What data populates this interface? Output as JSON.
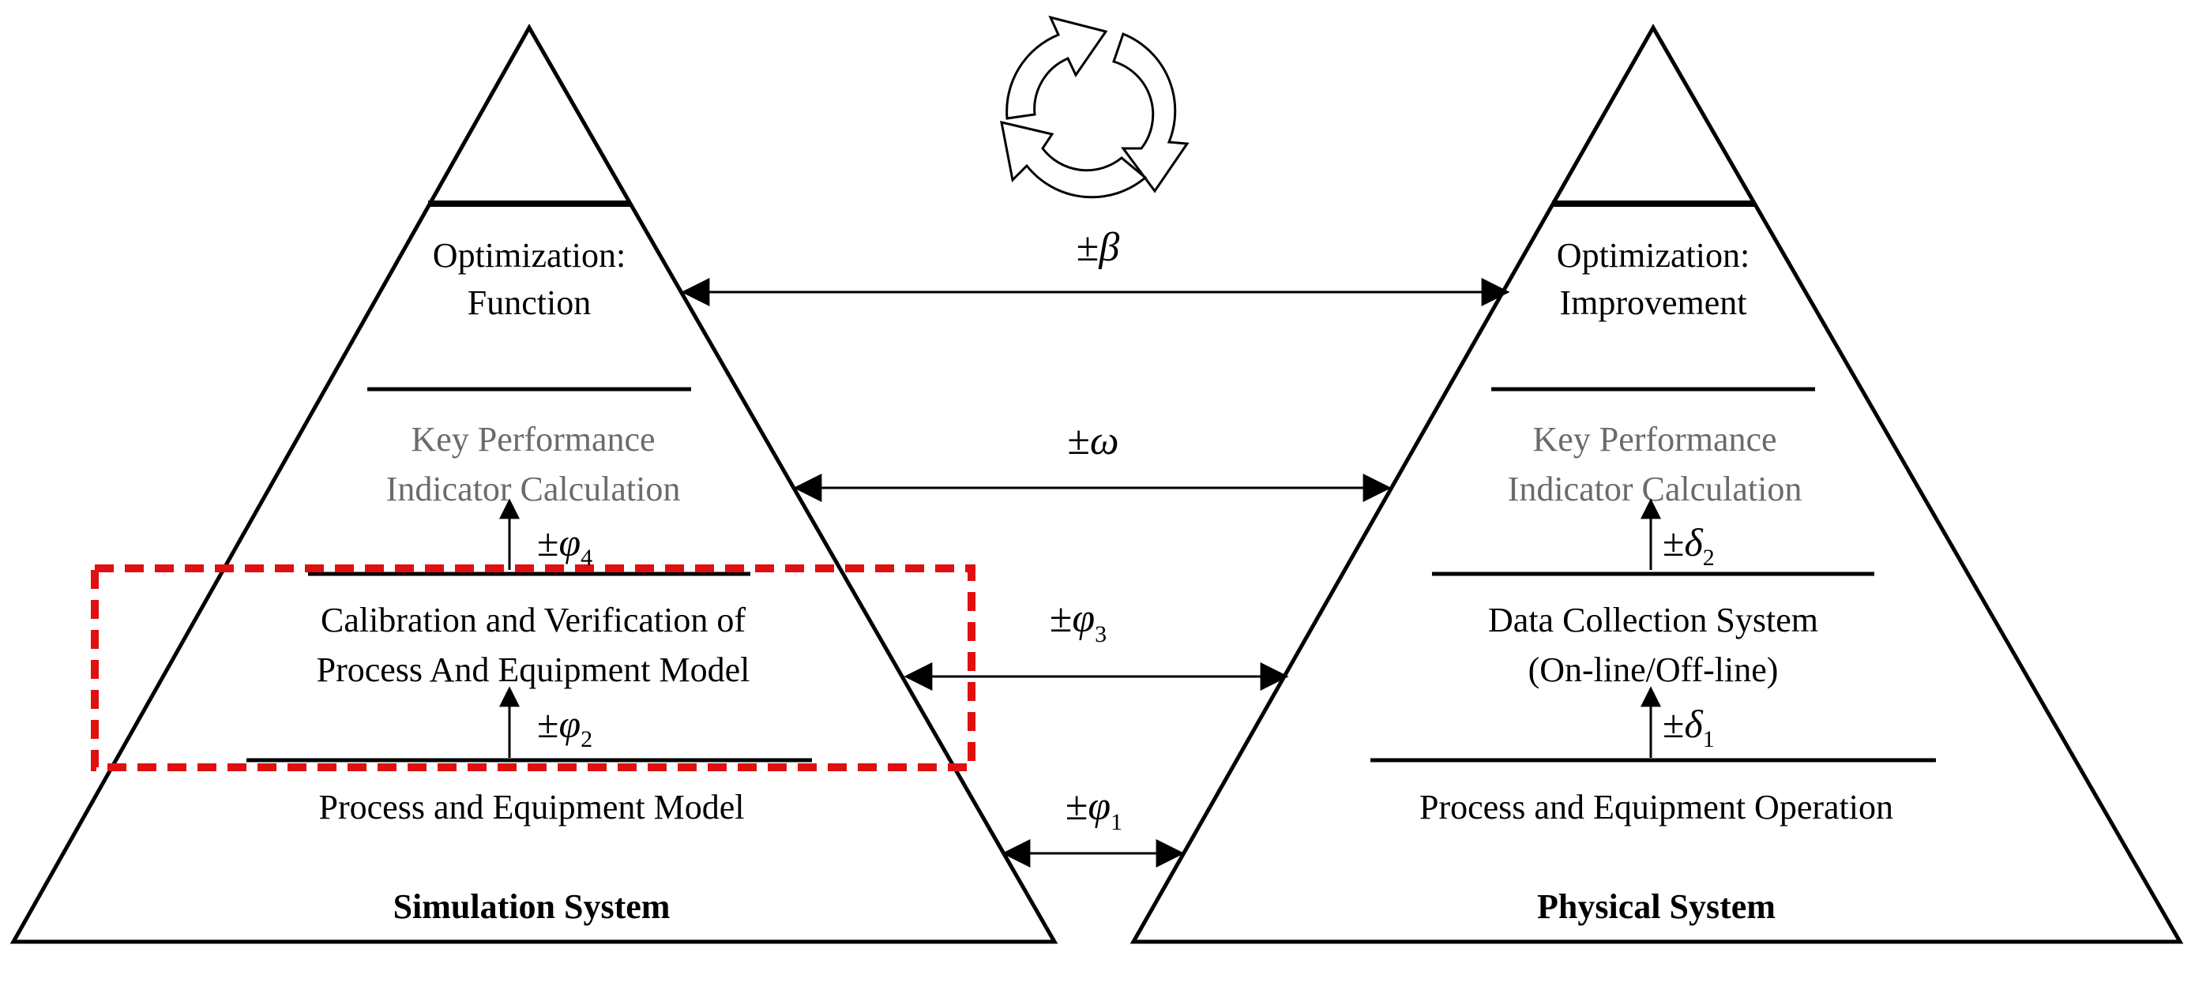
{
  "colors": {
    "ink": "#000000",
    "grey_text": "#6b6b6b",
    "highlight_box": "#e01010"
  },
  "icons": {
    "cycle": "circular-refresh-arrows-icon"
  },
  "simulation": {
    "title": "Simulation System",
    "levels": {
      "optimization_line1": "Optimization:",
      "optimization_line2": "Function",
      "kpi_line1": "Key Performance",
      "kpi_line2": "Indicator Calculation",
      "calibration_line1": "Calibration and Verification of",
      "calibration_line2": "Process And Equipment Model",
      "base": "Process and Equipment Model"
    },
    "inner_arrows": {
      "upper": {
        "pm": "±",
        "symbol": "φ",
        "sub": "4"
      },
      "lower": {
        "pm": "±",
        "symbol": "φ",
        "sub": "2"
      }
    }
  },
  "physical": {
    "title": "Physical System",
    "levels": {
      "optimization_line1": "Optimization:",
      "optimization_line2": "Improvement",
      "kpi_line1": "Key Performance",
      "kpi_line2": "Indicator Calculation",
      "data_line1": "Data Collection System",
      "data_line2": "(On-line/Off-line)",
      "base": "Process and Equipment Operation"
    },
    "inner_arrows": {
      "upper": {
        "pm": "±",
        "symbol": "δ",
        "sub": "2"
      },
      "lower": {
        "pm": "±",
        "symbol": "δ",
        "sub": "1"
      }
    }
  },
  "links": {
    "beta": {
      "pm": "±",
      "symbol": "β"
    },
    "omega": {
      "pm": "±",
      "symbol": "ω"
    },
    "phi3": {
      "pm": "±",
      "symbol": "φ",
      "sub": "3"
    },
    "phi1": {
      "pm": "±",
      "symbol": "φ",
      "sub": "1"
    }
  }
}
